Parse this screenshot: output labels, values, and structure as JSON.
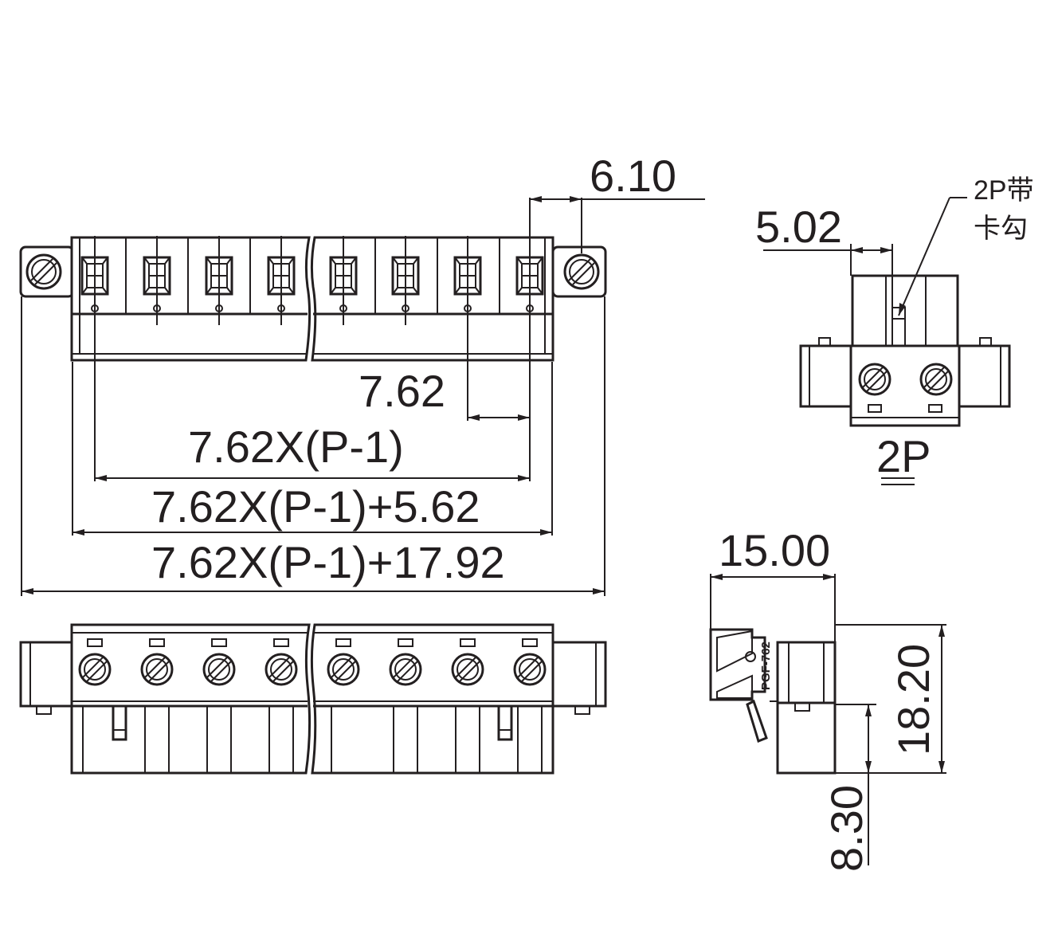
{
  "dimensions": {
    "d610": "6.10",
    "d502": "5.02",
    "d762": "7.62",
    "pitch_span": "7.62X(P-1)",
    "body_length": "7.62X(P-1)+5.62",
    "overall_length": "7.62X(P-1)+17.92",
    "d1500": "15.00",
    "d1820": "18.20",
    "d830": "8.30"
  },
  "notes": {
    "hook_line1": "2P带",
    "hook_line2": "卡勾",
    "variant_label": "2P"
  },
  "part_marking": "PGF-762",
  "pin_count_drawn": 8
}
